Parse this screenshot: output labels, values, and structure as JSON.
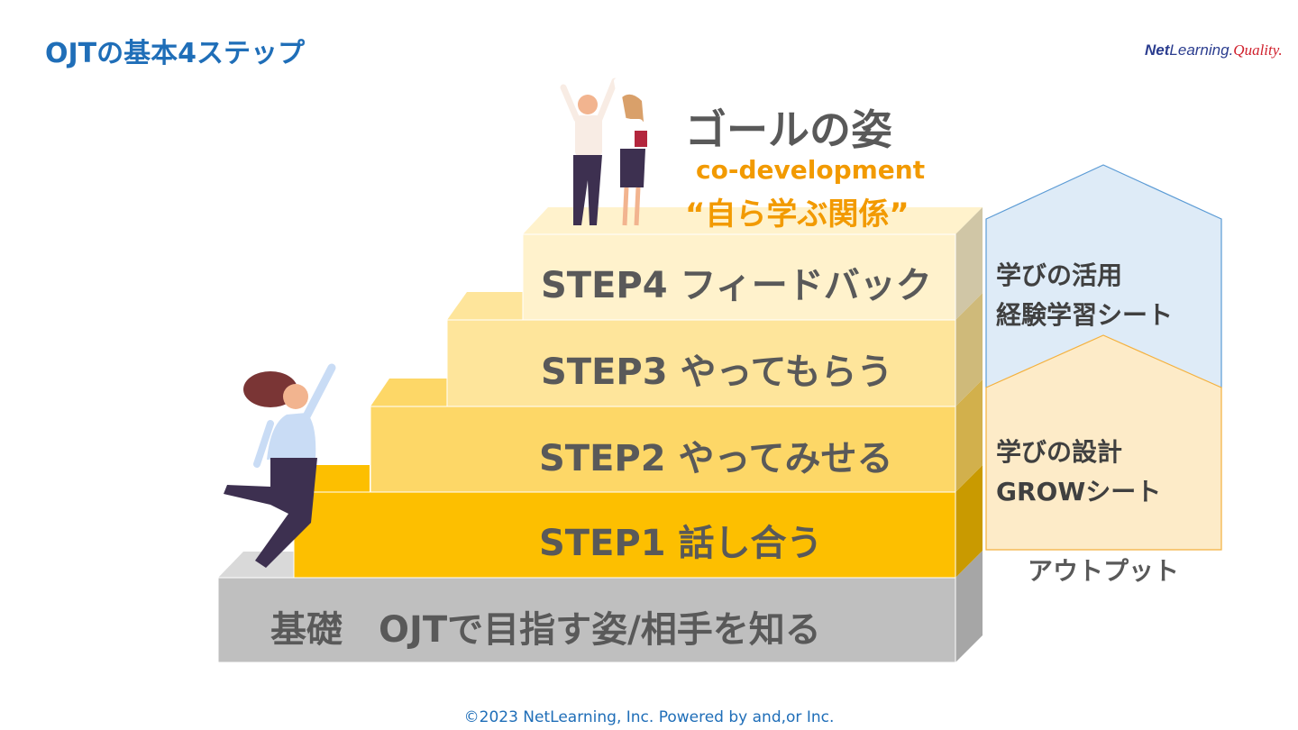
{
  "header": {
    "title": "OJTの基本4ステップ",
    "logo": {
      "net": "Net",
      "learning": "Learning.",
      "quality": "Quality."
    }
  },
  "goal": {
    "title": "ゴールの姿",
    "subtitle": "co-development",
    "relation": "“自ら学ぶ関係”"
  },
  "steps": [
    {
      "label": "基礎　OJTで目指す姿/相手を知る",
      "color": "#bfbfbf"
    },
    {
      "label": "STEP1  話し合う",
      "color": "#fdbf00"
    },
    {
      "label": "STEP2  やってみせる",
      "color": "#fdd767"
    },
    {
      "label": "STEP3  やってもらう",
      "color": "#fee59b"
    },
    {
      "label": "STEP4  フィードバック",
      "color": "#fff2cc"
    }
  ],
  "outputs": {
    "upper": {
      "line1": "学びの活用",
      "line2": "経験学習シート"
    },
    "lower": {
      "line1": "学びの設計",
      "line2": "GROWシート"
    },
    "caption": "アウトプット"
  },
  "footer": "©2023 NetLearning, Inc. Powered by and,or Inc."
}
